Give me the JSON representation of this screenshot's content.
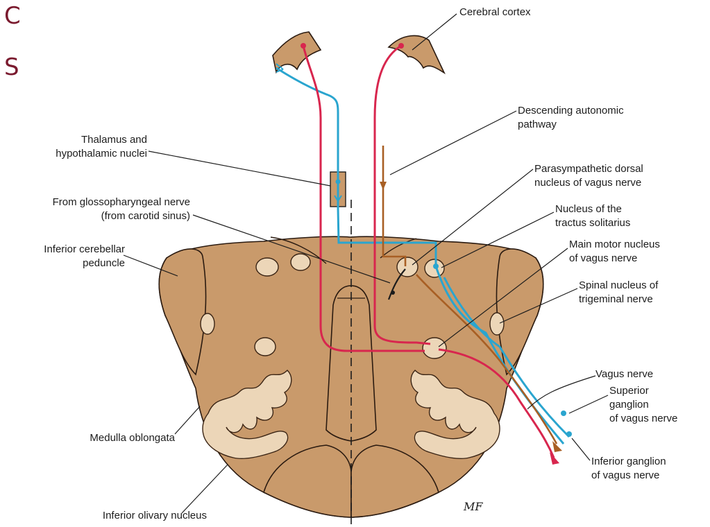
{
  "slide_letters": {
    "top": "C",
    "bottom": "S"
  },
  "labels": {
    "cerebral_cortex": "Cerebral cortex",
    "descending_autonomic": [
      "Descending autonomic",
      "pathway"
    ],
    "thalamus": [
      "Thalamus and",
      "hypothalamic nuclei"
    ],
    "parasympathetic": [
      "Parasympathetic dorsal",
      "nucleus of vagus nerve"
    ],
    "glossopharyngeal": [
      "From glossopharyngeal nerve",
      "(from carotid sinus)"
    ],
    "tractus": [
      "Nucleus of the",
      "tractus solitarius"
    ],
    "inferior_cerebellar": [
      "Inferior cerebellar",
      "peduncle"
    ],
    "main_motor": [
      "Main motor nucleus",
      "of vagus nerve"
    ],
    "spinal_nucleus": [
      "Spinal nucleus of",
      "trigeminal nerve"
    ],
    "vagus_nerve": "Vagus nerve",
    "superior_ganglion": [
      "Superior",
      "ganglion",
      "of vagus nerve"
    ],
    "medulla": "Medulla oblongata",
    "inferior_ganglion": [
      "Inferior ganglion",
      "of vagus nerve"
    ],
    "inferior_olivary": "Inferior olivary nucleus"
  },
  "signature": "MF",
  "colors": {
    "motor_pathway": "#d8264e",
    "sensory_pathway": "#2aa5cf",
    "autonomic_pathway": "#a85f24",
    "tissue": "#c99a6b",
    "slide_accent": "#7a1a2e"
  }
}
